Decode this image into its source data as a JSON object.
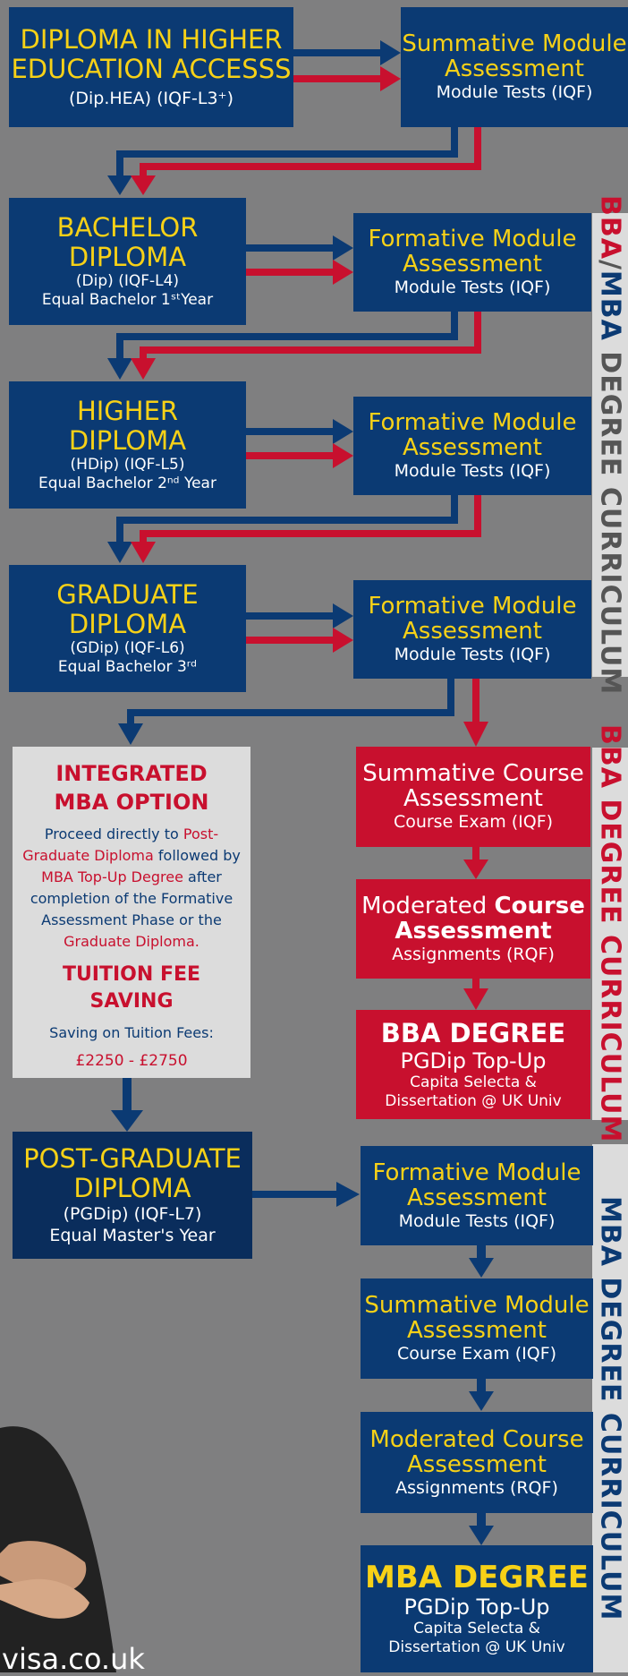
{
  "colors": {
    "navy": "#0b3a73",
    "red": "#c8102e",
    "yellow": "#f7d117",
    "gray": "#7f7f80",
    "light": "#dcdcdc"
  },
  "dip_hea": {
    "title1": "DIPLOMA IN HIGHER",
    "title2": "EDUCATION ACCESSS",
    "sub": "(Dip.HEA) (IQF-L3⁺)"
  },
  "summative_module_top": {
    "l1": "Summative Module",
    "l2": "Assessment",
    "l3": "Module Tests (IQF)"
  },
  "bachelor": {
    "title1": "BACHELOR",
    "title2": "DIPLOMA",
    "sub": "(Dip) (IQF-L4)",
    "equal": "Equal Bachelor 1ˢᵗYear"
  },
  "formative_1": {
    "l1": "Formative Module",
    "l2": "Assessment",
    "l3": "Module Tests (IQF)"
  },
  "higher": {
    "title1": "HIGHER",
    "title2": "DIPLOMA",
    "sub": "(HDip) (IQF-L5)",
    "equal": "Equal Bachelor 2ⁿᵈ Year"
  },
  "formative_2": {
    "l1": "Formative Module",
    "l2": "Assessment",
    "l3": "Module Tests (IQF)"
  },
  "graduate": {
    "title1": "GRADUATE",
    "title2": "DIPLOMA",
    "sub": "(GDip) (IQF-L6)",
    "equal": "Equal Bachelor 3ʳᵈ"
  },
  "formative_3": {
    "l1": "Formative Module",
    "l2": "Assessment",
    "l3": "Module Tests (IQF)"
  },
  "side_bba_mba": {
    "part1": "BBA",
    "slash": "/",
    "part2": "MBA",
    "rest": " DEGREE CURRICULUM"
  },
  "integrated": {
    "title1": "INTEGRATED",
    "title2": "MBA OPTION",
    "p1": "Proceed directly to ",
    "p1_red": "Post-Graduate Diploma",
    "p2": " followed by ",
    "p2_red": "MBA Top-Up Degree",
    "p3": " after completion of the Formative Assessment Phase or the ",
    "p3_red": "Graduate Diploma.",
    "saving_title": "TUITION FEE SAVING",
    "saving_label": "Saving on Tuition Fees:",
    "saving_amount": "£2250 - £2750"
  },
  "summative_course": {
    "l1": "Summative Course",
    "l2": "Assessment",
    "l3": "Course Exam (IQF)"
  },
  "moderated_red": {
    "l1a": "Moderated ",
    "l1b": "Course",
    "l2": "Assessment",
    "l3": "Assignments (RQF)"
  },
  "bba_degree": {
    "l1": "BBA DEGREE",
    "l2": "PGDip Top-Up",
    "l3": "Capita Selecta &",
    "l4": "Dissertation @ UK Univ"
  },
  "side_bba": {
    "text": "BBA DEGREE CURRICULUM"
  },
  "pgdip": {
    "title1": "POST-GRADUATE",
    "title2": "DIPLOMA",
    "sub": "(PGDip) (IQF-L7)",
    "equal": "Equal Master's Year"
  },
  "formative_4": {
    "l1": "Formative Module",
    "l2": "Assessment",
    "l3": "Module Tests (IQF)"
  },
  "summative_module_mba": {
    "l1": "Summative Module",
    "l2": "Assessment",
    "l3": "Course Exam (IQF)"
  },
  "moderated_navy": {
    "l1": "Moderated Course",
    "l2": "Assessment",
    "l3": "Assignments (RQF)"
  },
  "mba_degree": {
    "l1": "MBA DEGREE",
    "l2": "PGDip Top-Up",
    "l3": "Capita Selecta &",
    "l4": "Dissertation @ UK Univ"
  },
  "side_mba": {
    "text": "MBA DEGREE CURRICULUM"
  },
  "footer_url": "visa.co.uk"
}
